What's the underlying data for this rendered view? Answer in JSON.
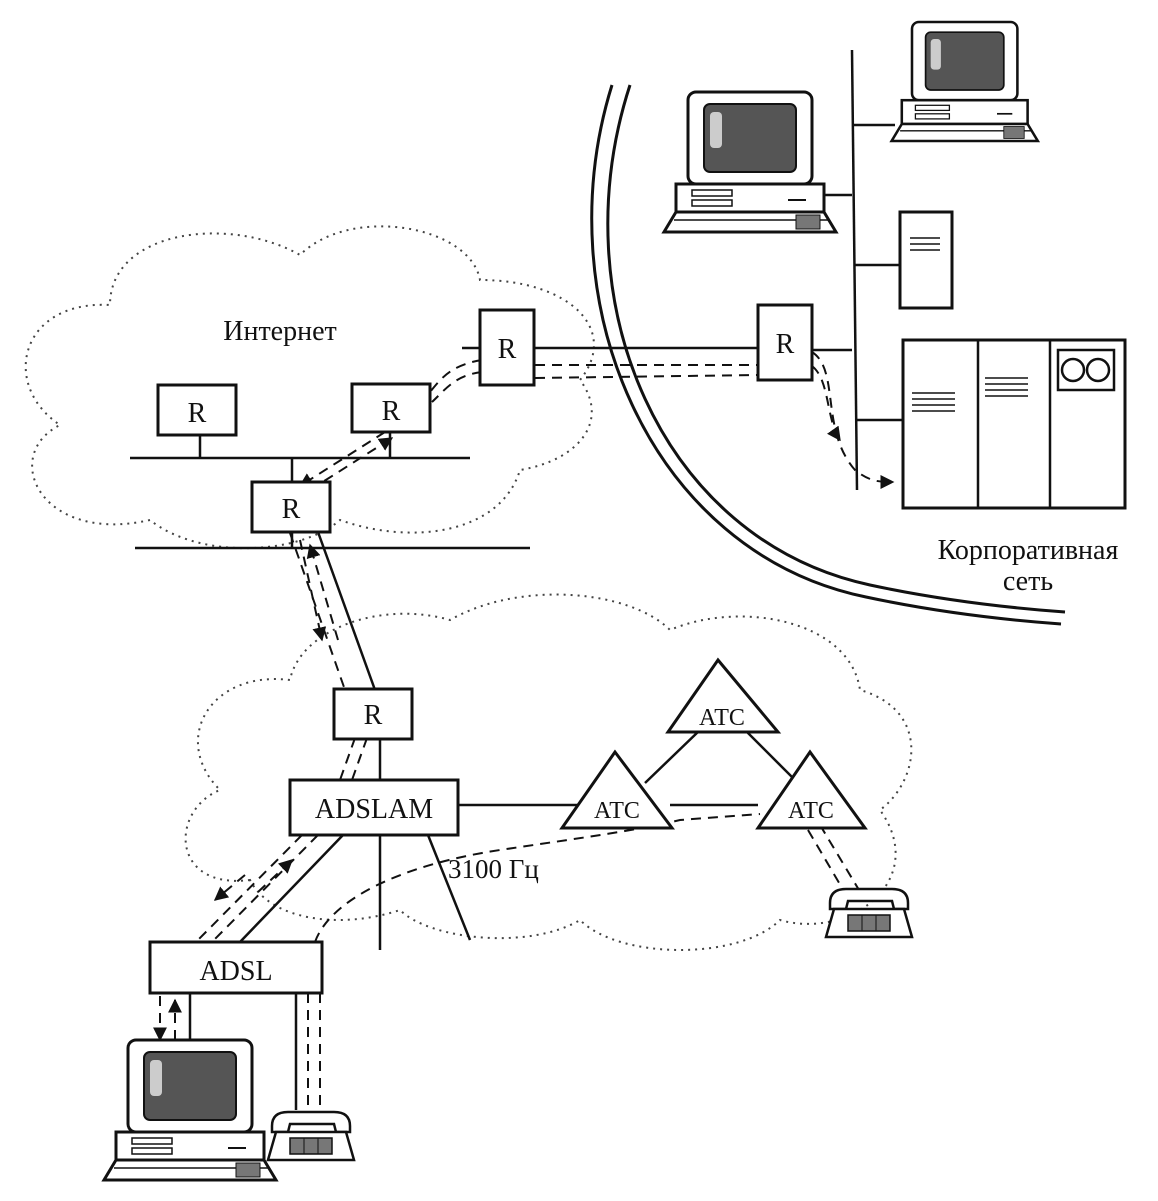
{
  "labels": {
    "internet": "Интернет",
    "corporate_line1": "Корпоративная",
    "corporate_line2": "сеть",
    "router": "R",
    "adslam": "ADSLAM",
    "adsl": "ADSL",
    "atc": "АТС",
    "frequency": "3100 Гц"
  },
  "colors": {
    "ink": "#111111",
    "screen": "#555555",
    "background": "#ffffff"
  },
  "icons": {
    "computer": "desktop-computer-icon",
    "phone": "telephone-icon",
    "server": "server-icon",
    "mainframe": "mainframe-icon"
  }
}
